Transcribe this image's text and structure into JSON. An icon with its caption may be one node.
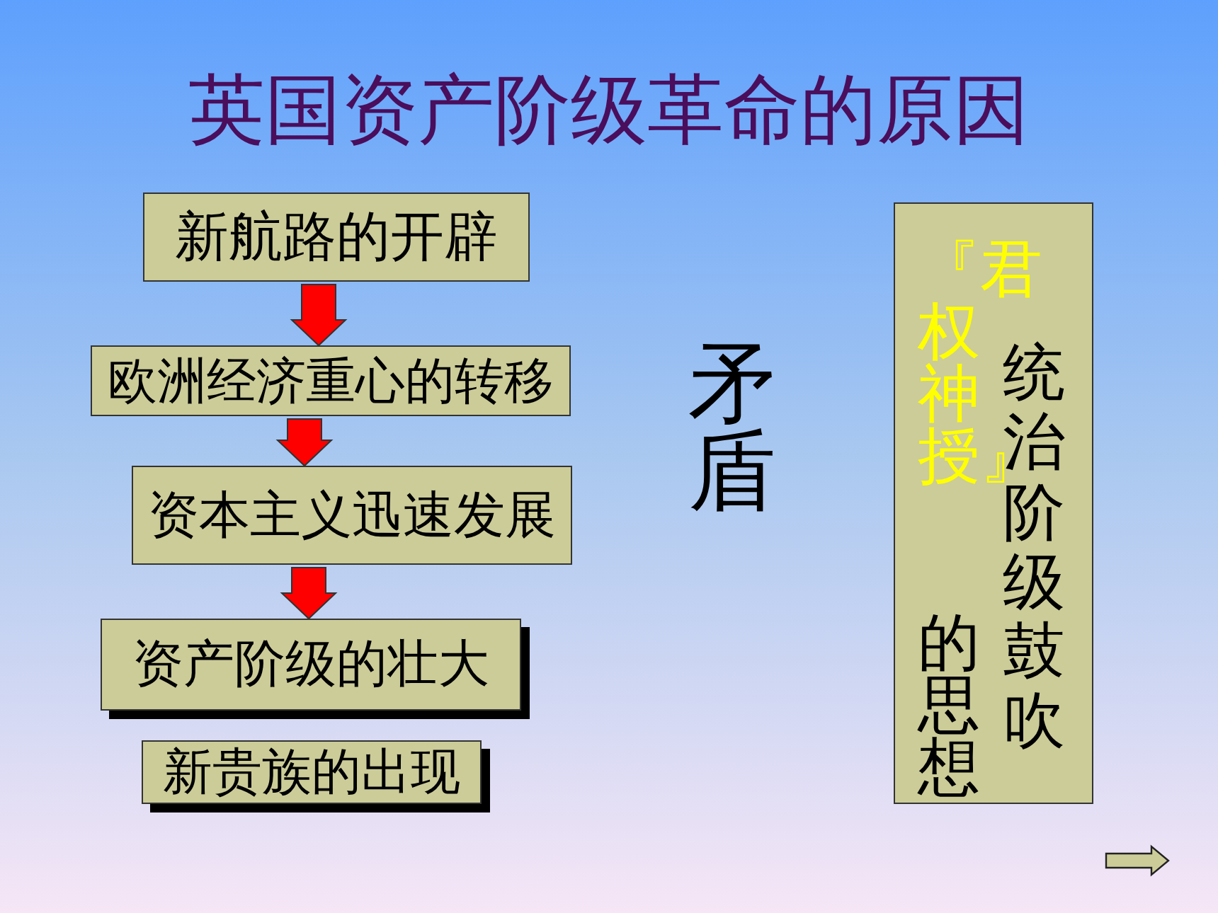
{
  "diagram": {
    "title": "英国资产阶级革命的原因",
    "nodes": [
      {
        "text": [
          "新航路的开辟"
        ]
      },
      {
        "text": [
          "欧洲经济重心的转移"
        ]
      },
      {
        "text": [
          "资本主义迅速发展"
        ]
      },
      {
        "text": [
          "资产阶级的壮大"
        ]
      },
      {
        "text": [
          "新贵族的出现"
        ]
      },
      {
        "text": [
          "统治阶级鼓吹",
          "『君权神授』",
          "的思想"
        ]
      }
    ],
    "edges": [
      {
        "from": 0,
        "to": 1,
        "arrow": "to",
        "style": "thick",
        "color": "#ff0000"
      },
      {
        "from": 1,
        "to": 2,
        "arrow": "to",
        "style": "thick",
        "color": "#ff0000"
      },
      {
        "from": 2,
        "to": 3,
        "arrow": "to",
        "style": "thick",
        "color": "#ff0000"
      }
    ],
    "labels": [
      "矛盾"
    ]
  }
}
